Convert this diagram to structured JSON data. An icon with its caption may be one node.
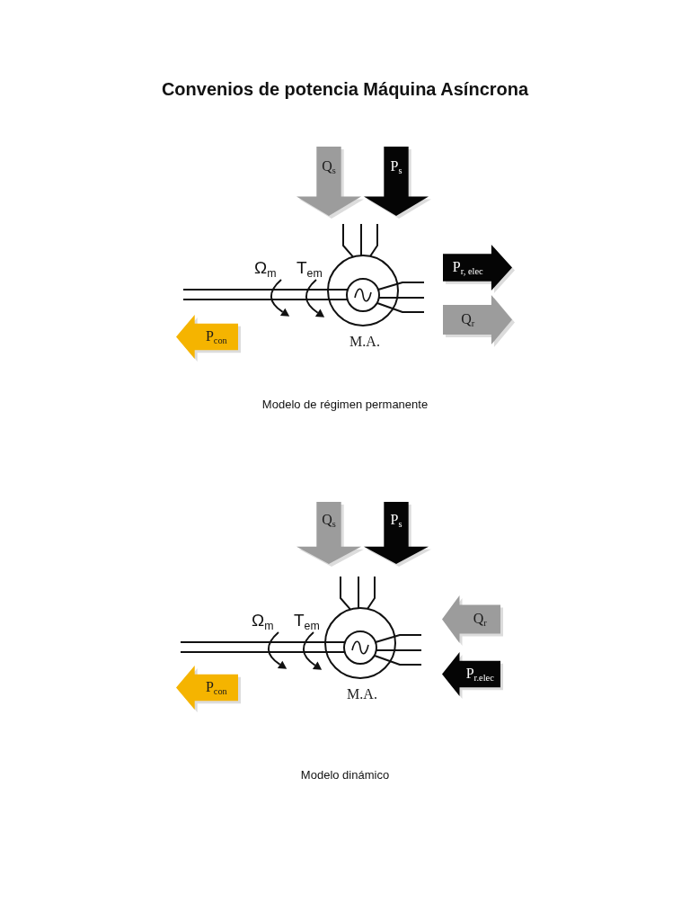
{
  "diagram": {
    "title": "Convenios de potencia Máquina Asíncrona",
    "nodes": [
      {
        "text": [
          "Q$_{s}$"
        ]
      },
      {
        "text": [
          "P$_{s}$"
        ]
      },
      {
        "text": [
          "P$_{r, elec}$"
        ]
      },
      {
        "text": [
          "M.A."
        ]
      },
      {
        "text": [
          "Q$_{r}$"
        ]
      },
      {
        "text": [
          "P$_{con}$"
        ]
      },
      {
        "text": [
          "Q$_{s}$"
        ]
      },
      {
        "text": [
          "P$_{s}$"
        ]
      },
      {
        "text": [
          "M.A."
        ]
      },
      {
        "text": [
          "Q$_{r}$"
        ]
      },
      {
        "text": [
          "P$_{r.elec}$"
        ]
      },
      {
        "text": [
          "P$_{con}$"
        ]
      }
    ],
    "labels": [
      "Ω$_{m}$",
      "T$_{em}$",
      "Modelo de régimen permanente",
      "Ω$_{m}$",
      "T$_{em}$",
      "Modelo dinámico"
    ]
  }
}
